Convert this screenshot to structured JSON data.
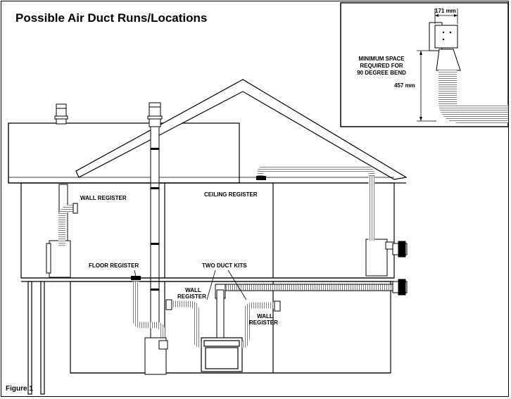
{
  "title": "Possible Air Duct Runs/Locations",
  "figure_label": "Figure 1",
  "labels": {
    "wall_register_left": "WALL REGISTER",
    "ceiling_register": "CEILING REGISTER",
    "floor_register": "FLOOR REGISTER",
    "two_duct_kits": "TWO DUCT KITS",
    "wall_register_mid_line1": "WALL",
    "wall_register_mid_line2": "REGISTER",
    "wall_register_right_line1": "WALL",
    "wall_register_right_line2": "REGISTER"
  },
  "inset": {
    "dimension_top": "171 mm",
    "dimension_side": "457 mm",
    "caption_line1": "MINIMUM SPACE",
    "caption_line2": "REQUIRED FOR",
    "caption_line3": "90 DEGREE BEND"
  }
}
